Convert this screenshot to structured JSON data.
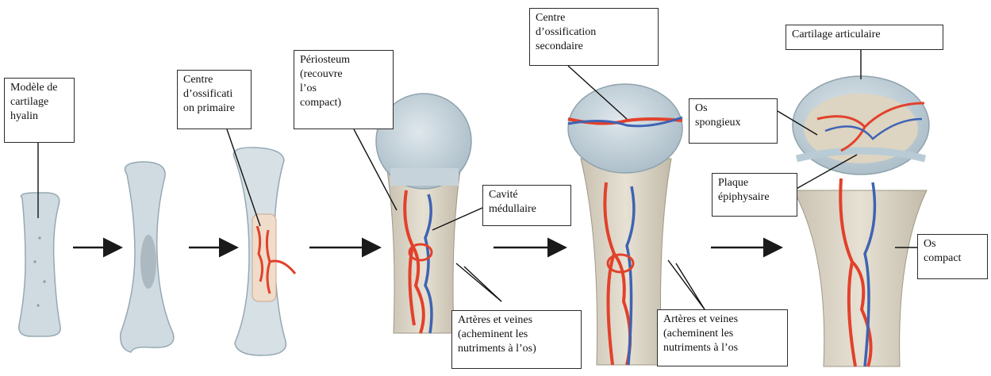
{
  "labels": {
    "hyaline_model": "Modèle de\ncartilage\nhyalin",
    "primary_ossification": "Centre\nd’ossificati\non primaire",
    "periosteum": "Périosteum\n(recouvre\nl’os\ncompact)",
    "medullary_cavity": "Cavité\nmédullaire",
    "arteries_veins_1": "Artères et veines\n(acheminent les\nnutriments à l’os)",
    "secondary_ossification": "Centre\nd’ossification\nsecondaire",
    "arteries_veins_2": "Artères et veines\n(acheminent les\nnutriments à l’os",
    "articular_cartilage": "Cartilage articulaire",
    "spongy_bone": "Os\nspongieux",
    "epiphyseal_plate": "Plaque\népiphysaire",
    "compact_bone": "Os\ncompact"
  },
  "colors": {
    "cartilage_fill": "#c9d6dc",
    "cartilage_stroke": "#8fa3ac",
    "bone_fill": "#ddd6c8",
    "epiphysis_fill": "#b8c8d2",
    "artery": "#e2412b",
    "vein": "#3e63b3",
    "arrow": "#1a1a1a"
  },
  "arrow_icon": "right-arrow-icon"
}
